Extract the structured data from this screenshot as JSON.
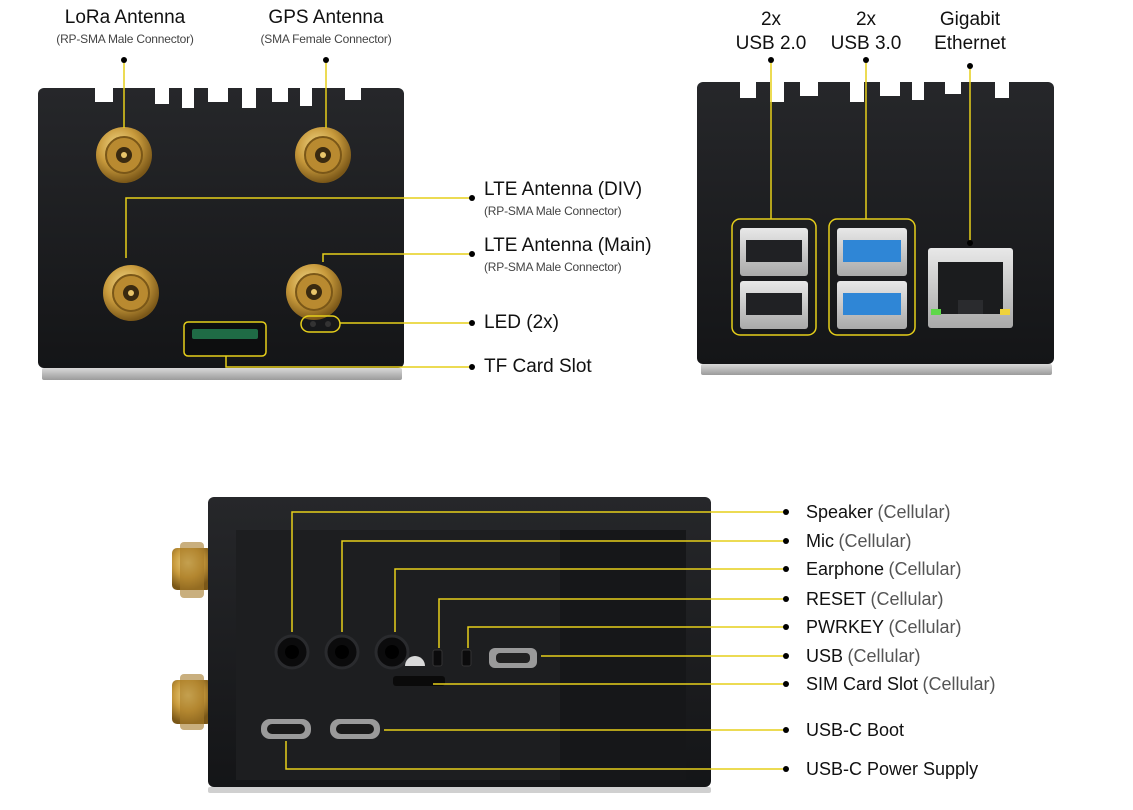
{
  "front": {
    "lora": {
      "title": "LoRa Antenna",
      "sub": "(RP-SMA Male Connector)"
    },
    "gps": {
      "title": "GPS Antenna",
      "sub": "(SMA Female Connector)"
    },
    "lte_div": {
      "title": "LTE Antenna (DIV)",
      "sub": "(RP-SMA Male Connector)"
    },
    "lte_main": {
      "title": "LTE Antenna (Main)",
      "sub": "(RP-SMA Male Connector)"
    },
    "led": "LED (2x)",
    "tf": "TF Card Slot"
  },
  "back": {
    "usb2": {
      "line1": "2x",
      "line2": "USB 2.0"
    },
    "usb3": {
      "line1": "2x",
      "line2": "USB 3.0"
    },
    "eth": {
      "line1": "Gigabit",
      "line2": "Ethernet"
    }
  },
  "side": [
    {
      "main": "Speaker",
      "note": "(Cellular)"
    },
    {
      "main": "Mic",
      "note": "(Cellular)"
    },
    {
      "main": "Earphone",
      "note": "(Cellular)"
    },
    {
      "main": "RESET",
      "note": "(Cellular)"
    },
    {
      "main": "PWRKEY",
      "note": "(Cellular)"
    },
    {
      "main": "USB",
      "note": "(Cellular)"
    },
    {
      "main": "SIM Card Slot",
      "note": "(Cellular)"
    },
    {
      "main": "USB-C Boot",
      "note": ""
    },
    {
      "main": "USB-C Power Supply",
      "note": ""
    }
  ],
  "colors": {
    "leader": "#e6cf1a",
    "dot": "#000000",
    "case": "#191a1c",
    "gold": "#c89a3c",
    "usb3": "#2f86d6"
  }
}
